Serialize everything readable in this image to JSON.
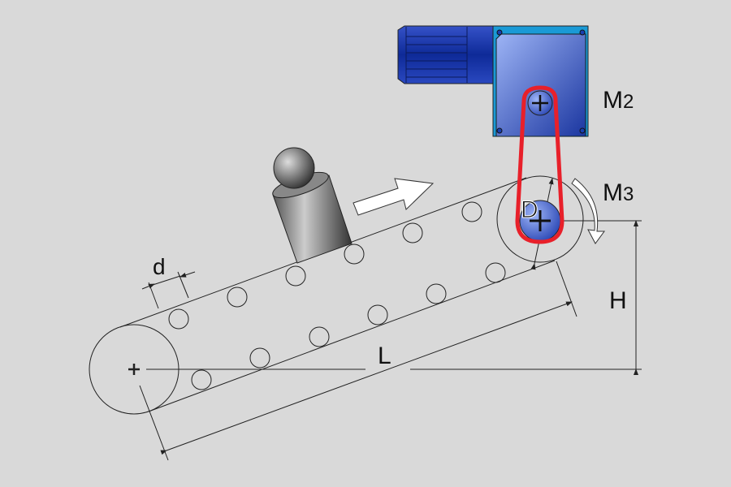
{
  "labels": {
    "d": "d",
    "D": "D",
    "L": "L",
    "H": "H",
    "M2_main": "M",
    "M2_sub": "2",
    "M3_main": "M",
    "M3_sub": "3"
  },
  "colors": {
    "background": "#d9d9d9",
    "motor": "#1e3fb0",
    "motor_frame": "#1a9ad6",
    "belt": "#e8202a",
    "line": "#222222"
  }
}
